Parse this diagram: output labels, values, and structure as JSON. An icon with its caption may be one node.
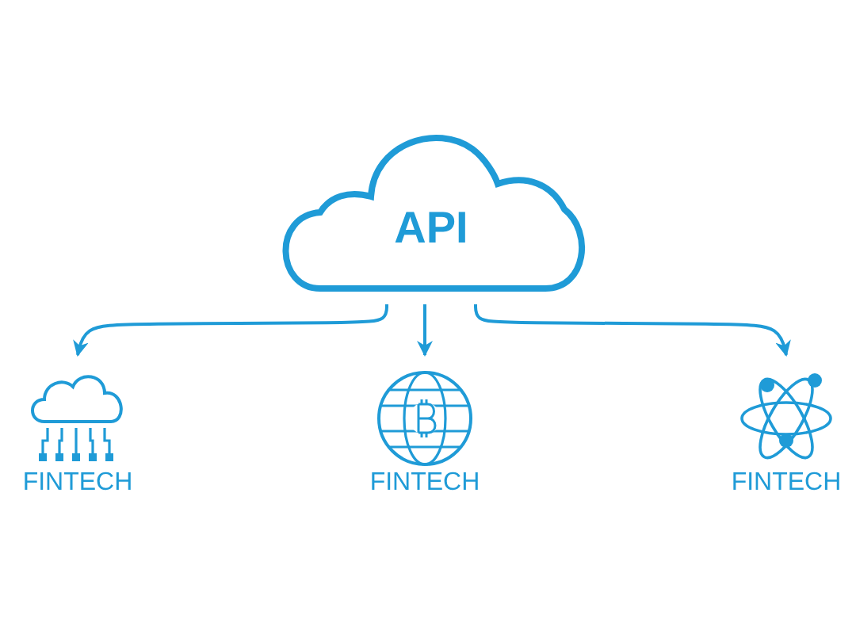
{
  "diagram": {
    "nodes": [
      {
        "text": [
          "API"
        ]
      },
      {
        "text": [
          "FINTECH"
        ]
      },
      {
        "text": [
          "FINTECH"
        ]
      },
      {
        "text": [
          "FINTECH"
        ]
      }
    ],
    "edges": [
      {
        "from": 0,
        "to": 1,
        "arrow": "to"
      },
      {
        "from": 0,
        "to": 2,
        "arrow": "to"
      },
      {
        "from": 0,
        "to": 3,
        "arrow": "to"
      }
    ]
  }
}
